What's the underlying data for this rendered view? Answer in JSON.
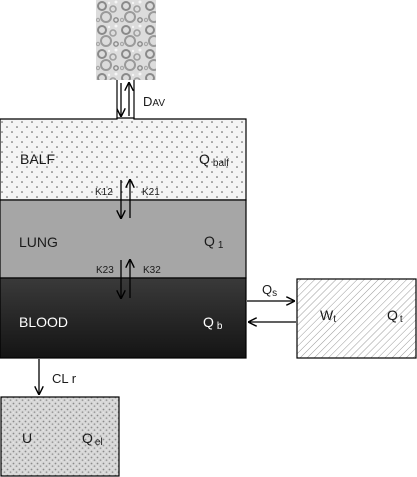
{
  "alveolar_space": {
    "icon": "bubbles-texture"
  },
  "flows": {
    "dav": {
      "main": "D",
      "sub": "AV"
    },
    "k12": "K12",
    "k21": "K21",
    "k23": "K23",
    "k32": "K32",
    "qs": {
      "main": "Q",
      "sub": "s"
    },
    "clr": "CL r"
  },
  "compartments": {
    "balf": {
      "name": "BALF",
      "q_main": "Q",
      "q_sub": "balf",
      "color": "#f2f2f2"
    },
    "lung": {
      "name": "LUNG",
      "q_main": "Q",
      "q_sub": "1",
      "color": "#a6a6a6"
    },
    "blood": {
      "name": "BLOOD",
      "q_main": "Q",
      "q_sub": "b",
      "color": "#2b2b2b"
    },
    "tissue": {
      "w_main": "W",
      "w_sub": "t",
      "q_main": "Q",
      "q_sub": "t"
    },
    "urine": {
      "name": "U",
      "q_main": "Q",
      "q_sub": "el"
    }
  }
}
